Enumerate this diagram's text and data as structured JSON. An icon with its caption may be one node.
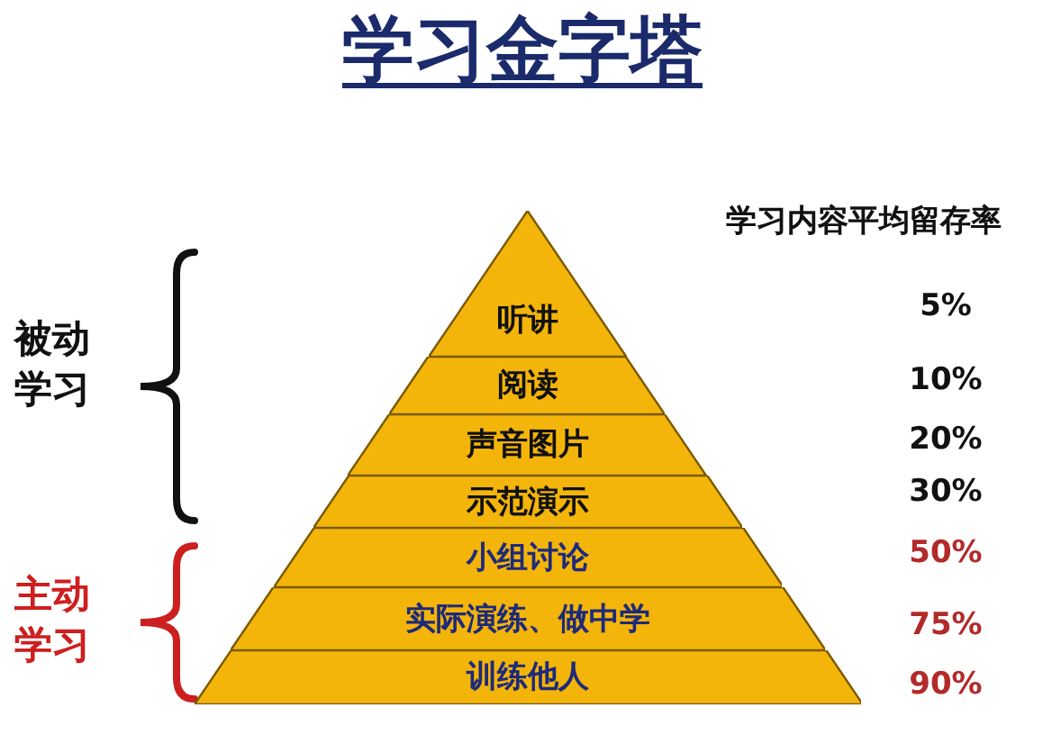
{
  "diagram": {
    "title": "学习金字塔",
    "nodes": [
      {
        "text": [
          "听讲"
        ]
      },
      {
        "text": [
          "阅读"
        ]
      },
      {
        "text": [
          "声音图片"
        ]
      },
      {
        "text": [
          "示范演示"
        ]
      },
      {
        "text": [
          "小组讨论"
        ]
      },
      {
        "text": [
          "实际演练、做中学"
        ]
      },
      {
        "text": [
          "训练他人"
        ]
      }
    ],
    "labels": [
      "学习内容平均留存率",
      "被动学习",
      "5%",
      "10%",
      "20%",
      "30%",
      "主动学习",
      "50%",
      "75%",
      "90%"
    ]
  }
}
